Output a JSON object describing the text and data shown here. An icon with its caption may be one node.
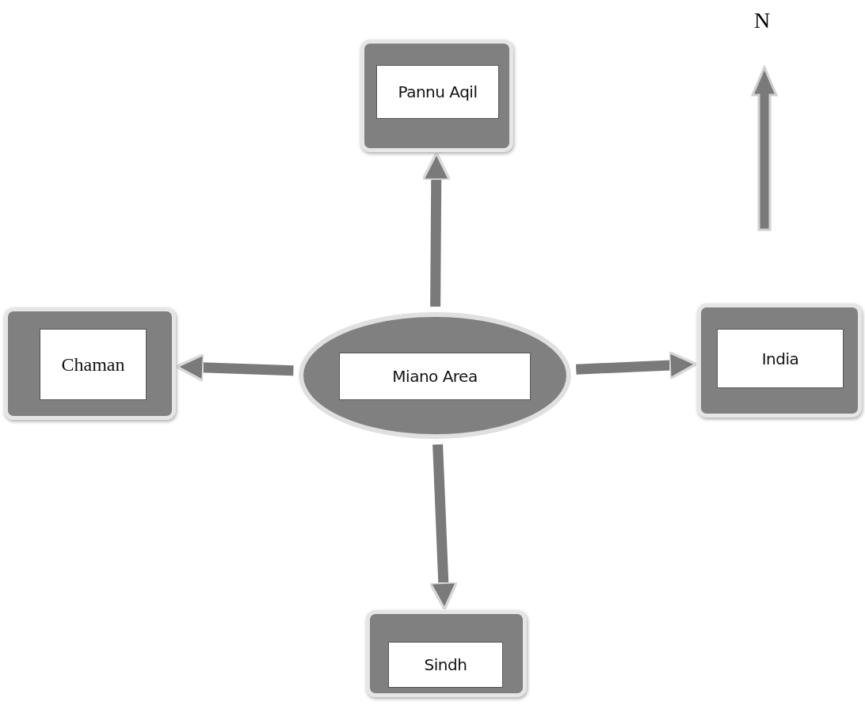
{
  "diagram": {
    "nodes": [
      {
        "text": [
          "Miano Area"
        ]
      },
      {
        "text": [
          "Pannu Aqil"
        ]
      },
      {
        "text": [
          "Chaman"
        ]
      },
      {
        "text": [
          "India"
        ]
      },
      {
        "text": [
          "Sindh"
        ]
      }
    ],
    "edges": [
      {
        "from": 0,
        "to": 1,
        "arrow": "to"
      },
      {
        "from": 0,
        "to": 2,
        "arrow": "to"
      },
      {
        "from": 0,
        "to": 3,
        "arrow": "to"
      },
      {
        "from": 0,
        "to": 4,
        "arrow": "to"
      }
    ],
    "labels": [
      "N"
    ]
  }
}
